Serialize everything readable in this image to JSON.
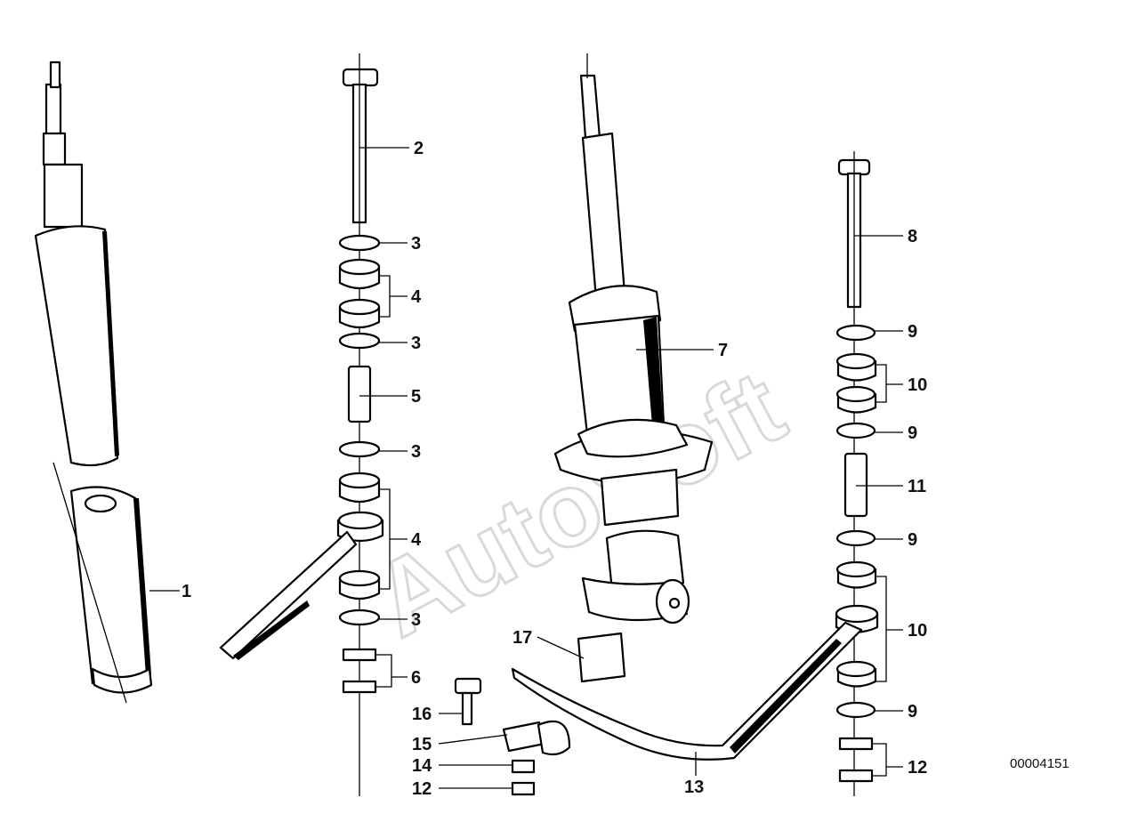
{
  "drawing_number": "00004151",
  "watermark": "AutoSoft",
  "callouts": [
    "1",
    "2",
    "3",
    "3",
    "4",
    "3",
    "5",
    "3",
    "4",
    "3",
    "6",
    "7",
    "8",
    "9",
    "10",
    "9",
    "11",
    "9",
    "10",
    "9",
    "12",
    "13",
    "12",
    "14",
    "15",
    "16",
    "17"
  ],
  "colors": {
    "line": "#000000",
    "background": "#ffffff",
    "watermark": "#d9d9d9"
  }
}
